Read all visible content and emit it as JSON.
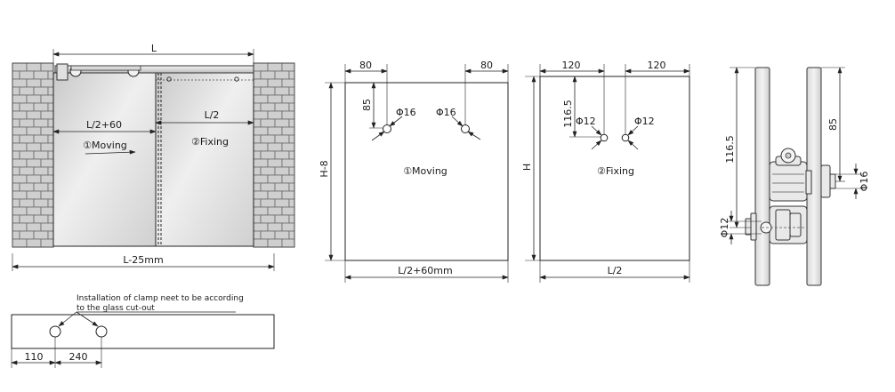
{
  "front_view": {
    "width_label": "L",
    "moving_width_label": "L/2+60",
    "fixing_width_label": "L/2",
    "moving_label": "①Moving",
    "fixing_label": "②Fixing",
    "wall_gap_label": "L-25mm"
  },
  "moving_panel": {
    "offset_left_label": "80",
    "offset_right_label": "80",
    "offset_top_label": "85",
    "hole_left_label": "Φ16",
    "hole_right_label": "Φ16",
    "panel_label": "①Moving",
    "height_label": "H-8",
    "width_label": "L/2+60mm"
  },
  "fixing_panel": {
    "offset_left_label": "120",
    "offset_right_label": "120",
    "offset_top_label": "116.5",
    "hole_left_label": "Φ12",
    "hole_right_label": "Φ12",
    "panel_label": "②Fixing",
    "height_label": "H",
    "width_label": "L/2"
  },
  "side_view": {
    "height_left_label": "116.5",
    "height_right_label": "85",
    "dia_right_label": "Φ16",
    "dia_left_label": "Φ12"
  },
  "rail_detail": {
    "note_line1": "Installation of clamp neet to be according",
    "note_line2": "to the glass cut-out",
    "offset_label": "110",
    "spacing_label": "240"
  }
}
